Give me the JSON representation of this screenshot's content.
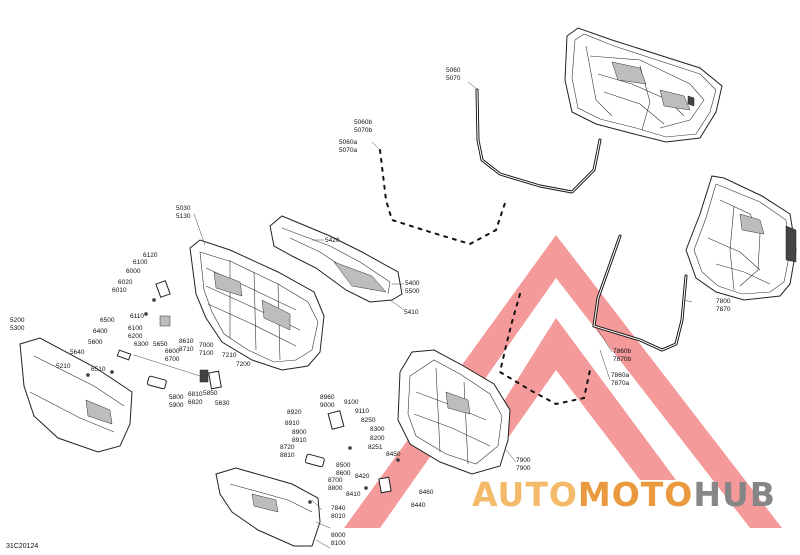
{
  "figure_id": "31C20124",
  "watermark": {
    "text_a": "AUTO",
    "text_b": "MOTO",
    "text_c": "HUB",
    "color_a": "#f2b35a",
    "color_b": "#e88f2a",
    "color_c": "#7a7a7a",
    "triangle_color": "#ef6b6b"
  },
  "labels": {
    "p5060": "5060",
    "p5070": "5070",
    "p5060b": "5060b",
    "p5070b": "5070b",
    "p5060a": "5060a",
    "p5070a": "5070a",
    "p5030": "5030",
    "p5130": "5130",
    "p5420": "5420",
    "p5400": "5400",
    "p5500": "5500",
    "p5410": "5410",
    "p6120": "6120",
    "p6100": "6100",
    "p6000": "6000",
    "p6020": "6020",
    "p6010": "6010",
    "p6110": "6110",
    "p6100b": "6100",
    "p6200": "6200",
    "p5200": "5200",
    "p5300": "5300",
    "p6500": "6500",
    "p6400": "6400",
    "p5600": "5600",
    "p6300": "6300",
    "p5650": "5650",
    "p6600": "6600",
    "p6700": "6700",
    "p8610": "8610",
    "p8710": "8710",
    "p7000": "7000",
    "p7100": "7100",
    "p7210": "7210",
    "p7200": "7200",
    "p5640": "5640",
    "p5210": "5210",
    "p6510": "6510",
    "p5800": "5800",
    "p5900": "5900",
    "p6810": "6810",
    "p6820": "6820",
    "p5850": "5850",
    "p5630": "5630",
    "p7860b": "7860b",
    "p7870b": "7870b",
    "p7860a": "7860a",
    "p7870a": "7870a",
    "p7800": "7800",
    "p7870": "7870",
    "p7900": "7900",
    "p7900b": "7900",
    "p8960": "8960",
    "p9000": "9000",
    "p8920": "8920",
    "p8900": "8900",
    "p8910": "8910",
    "p9100": "9100",
    "p9110": "9110",
    "p8250": "8250",
    "p8300": "8300",
    "p8200": "8200",
    "p8720": "8720",
    "p8810": "8810",
    "p8251": "8251",
    "p8450": "8450",
    "p8500": "8500",
    "p8600": "8600",
    "p8420": "8420",
    "p8700": "8700",
    "p8800": "8800",
    "p8410": "8410",
    "p8460": "8460",
    "p8440": "8440",
    "p7840": "7840",
    "p8010": "8010",
    "p8000": "8000",
    "p8100": "8100"
  }
}
